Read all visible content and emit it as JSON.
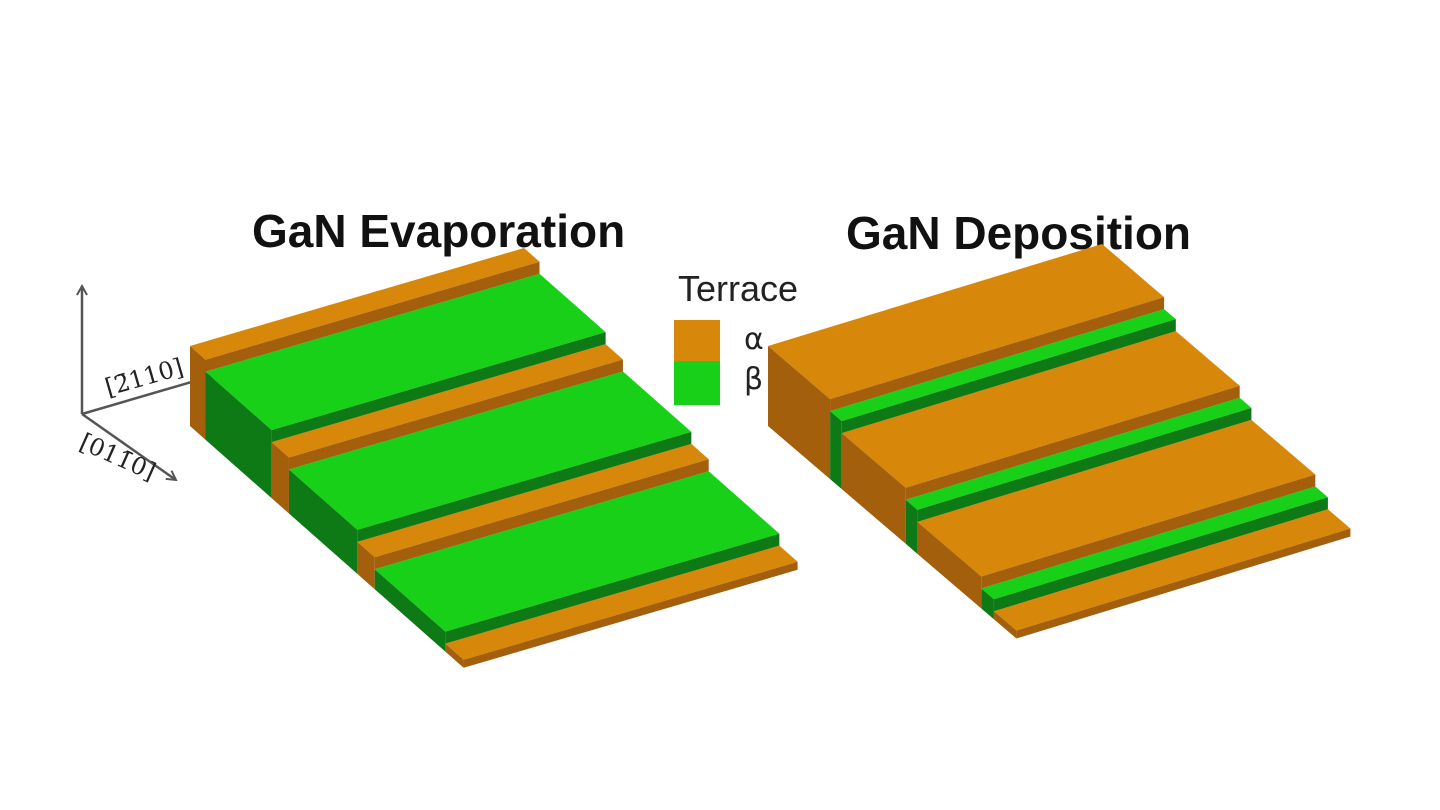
{
  "panels": {
    "left_title": "GaN Evaporation",
    "right_title": "GaN Deposition"
  },
  "legend": {
    "title": "Terrace",
    "items": [
      {
        "symbol": "α",
        "color": "#d7870a"
      },
      {
        "symbol": "β",
        "color": "#18d018"
      }
    ]
  },
  "axes": {
    "upper": "[2̄110]",
    "lower": "[011̄0]"
  },
  "colors": {
    "alpha_top": "#d7870a",
    "alpha_riser": "#a35f0c",
    "beta_top": "#18d018",
    "beta_riser": "#0e7a16",
    "axis": "#555555"
  }
}
